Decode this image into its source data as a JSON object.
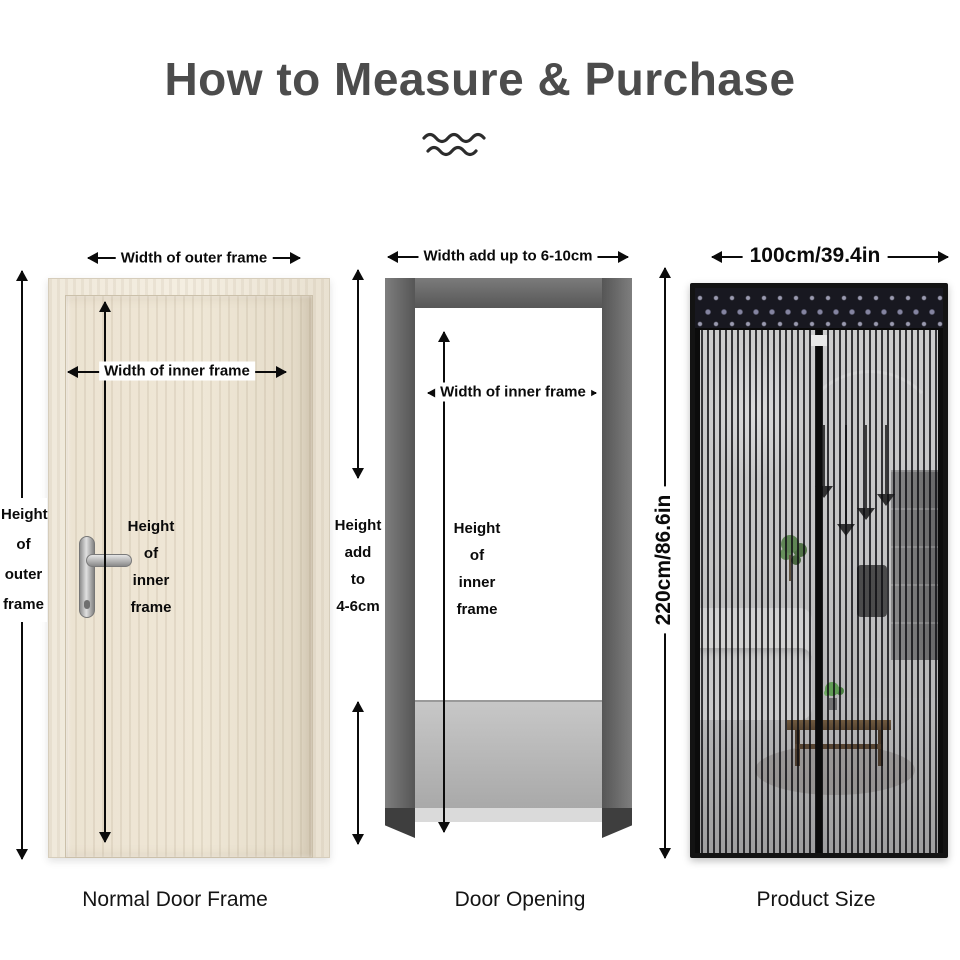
{
  "title": "How to Measure & Purchase",
  "panels": {
    "left": {
      "caption": "Normal Door Frame",
      "width_outer": "Width of outer frame",
      "width_inner": "Width of inner frame",
      "height_outer": [
        "Height",
        "of",
        "outer",
        "frame"
      ],
      "height_inner": [
        "Height",
        "of",
        "inner",
        "frame"
      ]
    },
    "middle": {
      "caption": "Door Opening",
      "width_add": "Width add up to 6-10cm",
      "width_inner": "Width of inner frame",
      "height_add": [
        "Height",
        "add",
        "to",
        "4-6cm"
      ],
      "height_inner": [
        "Height",
        "of",
        "inner",
        "frame"
      ]
    },
    "right": {
      "caption": "Product Size",
      "width": "100cm/39.4in",
      "height": "220cm/86.6in"
    }
  },
  "colors": {
    "title": "#4c4c4c",
    "arrow": "#0b0b0b",
    "door_wood": "#efe8da",
    "frame_gray": "#6a6a6a",
    "product_frame": "#131313"
  }
}
